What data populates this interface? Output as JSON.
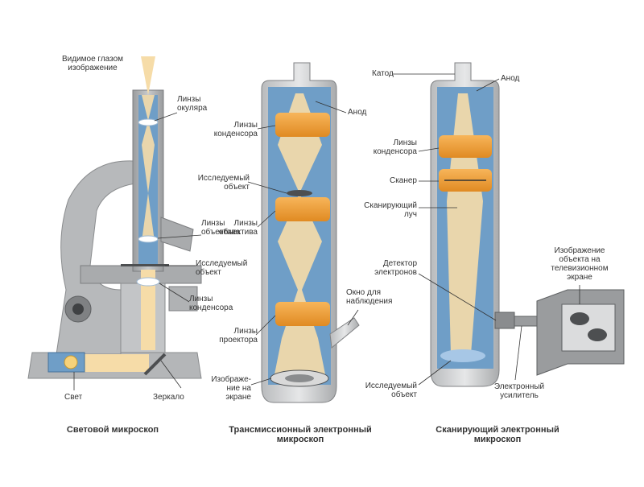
{
  "light_microscope": {
    "caption": "Световой микроскоп",
    "labels": {
      "eye_image": "Видимое глазом\nизображение",
      "eyepiece": "Линзы\nокуляра",
      "objective": "Линзы\nобъектива",
      "specimen": "Исследуемый\nобъект",
      "condenser": "Линзы\nконденсора",
      "light": "Свет",
      "mirror": "Зеркало"
    }
  },
  "transmission_microscope": {
    "caption": "Трансмиссионный электронный\nмикроскоп",
    "labels": {
      "condenser": "Линзы\nконденсора",
      "specimen": "Исследуемый\nобъект",
      "objective": "Линзы\nобъектива",
      "projector": "Линзы\nпроектора",
      "screen_image": "Изображе-\nние на\nэкране",
      "window": "Окно для\nнаблюдения",
      "anode": "Анод"
    }
  },
  "scanning_microscope": {
    "caption": "Сканирующий электронный\nмикроскоп",
    "labels": {
      "cathode": "Катод",
      "anode": "Анод",
      "condenser": "Линзы\nконденсора",
      "scanner": "Сканер",
      "scanning_beam": "Сканирующий\nлуч",
      "detector": "Детектор\nэлектронов",
      "specimen": "Исследуемый\nобъект",
      "amplifier": "Электронный\nусилитель",
      "tv_image": "Изображение\nобъекта на\nтелевизионном\nэкране"
    }
  },
  "colors": {
    "column_outer": "#c4c6c8",
    "vacuum": "#6f9ec7",
    "beam": "#f6dca8",
    "lens": "#f0a23c",
    "body_gray": "#a8aaac"
  }
}
